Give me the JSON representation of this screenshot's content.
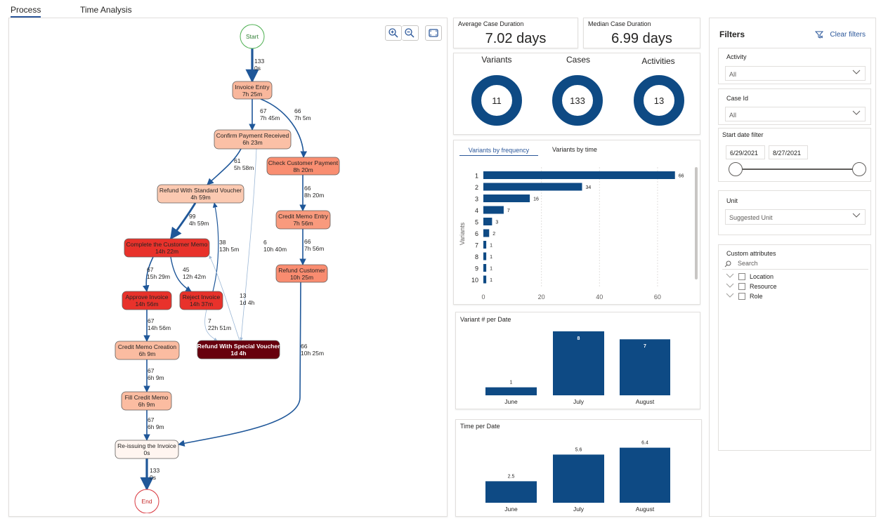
{
  "tabs": [
    "Process",
    "Time Analysis"
  ],
  "graph": {
    "nodes": [
      {
        "id": "start",
        "label": "Start",
        "kind": "start"
      },
      {
        "id": "ie",
        "label": "Invoice Entry",
        "dur": "7h 25m",
        "fill": "#f9b79c"
      },
      {
        "id": "cpr",
        "label": "Confirm Payment Received",
        "dur": "6h 23m",
        "fill": "#fbc0a6"
      },
      {
        "id": "ccp",
        "label": "Check Customer Payment",
        "dur": "8h 20m",
        "fill": "#f98e71"
      },
      {
        "id": "rsv",
        "label": "Refund With Standard Voucher",
        "dur": "4h 59m",
        "fill": "#fbc9b1"
      },
      {
        "id": "cme",
        "label": "Credit Memo Entry",
        "dur": "7h 56m",
        "fill": "#f99a7d"
      },
      {
        "id": "ccm",
        "label": "Complete the Customer Memo",
        "dur": "14h 22m",
        "fill": "#e8322b"
      },
      {
        "id": "rc",
        "label": "Refund Customer",
        "dur": "10h 25m",
        "fill": "#f98c70"
      },
      {
        "id": "ai",
        "label": "Approve Invoice",
        "dur": "14h 56m",
        "fill": "#e8322b"
      },
      {
        "id": "ri",
        "label": "Reject Invoice",
        "dur": "14h 37m",
        "fill": "#e8322b"
      },
      {
        "id": "rsp",
        "label": "Refund With Special Voucher",
        "dur": "1d 4h",
        "fill": "#67000d",
        "dark": true
      },
      {
        "id": "cmc",
        "label": "Credit Memo Creation",
        "dur": "6h 9m",
        "fill": "#fbbca1"
      },
      {
        "id": "fcm",
        "label": "Fill Credit Memo",
        "dur": "6h 9m",
        "fill": "#fbbca1"
      },
      {
        "id": "rei",
        "label": "Re-issuing the Invoice",
        "dur": "0s",
        "fill": "#fff5f0"
      },
      {
        "id": "end",
        "label": "End",
        "kind": "end"
      }
    ],
    "edges": [
      {
        "from": "start",
        "to": "ie",
        "count": "133",
        "dur": "0s"
      },
      {
        "from": "ie",
        "to": "cpr",
        "count": "67",
        "dur": "7h 45m"
      },
      {
        "from": "ie",
        "to": "ccp",
        "count": "66",
        "dur": "7h 5m"
      },
      {
        "from": "cpr",
        "to": "rsv",
        "count": "61",
        "dur": "5h 58m"
      },
      {
        "from": "cpr",
        "to": "rsp",
        "count": "6",
        "dur": "10h 40m"
      },
      {
        "from": "ccp",
        "to": "cme",
        "count": "66",
        "dur": "8h 20m"
      },
      {
        "from": "rsv",
        "to": "ccm",
        "count": "99",
        "dur": "4h 59m"
      },
      {
        "from": "ri",
        "to": "rsv",
        "count": "38",
        "dur": "13h 5m"
      },
      {
        "from": "cme",
        "to": "rc",
        "count": "66",
        "dur": "7h 56m"
      },
      {
        "from": "ccm",
        "to": "ai",
        "count": "67",
        "dur": "15h 29m"
      },
      {
        "from": "ccm",
        "to": "ri",
        "count": "45",
        "dur": "12h 42m"
      },
      {
        "from": "rsp",
        "to": "ccm",
        "count": "13",
        "dur": "1d 4h"
      },
      {
        "from": "ri",
        "to": "rsp",
        "count": "7",
        "dur": "22h 51m"
      },
      {
        "from": "ai",
        "to": "cmc",
        "count": "67",
        "dur": "14h 56m"
      },
      {
        "from": "cmc",
        "to": "fcm",
        "count": "67",
        "dur": "6h 9m"
      },
      {
        "from": "fcm",
        "to": "rei",
        "count": "67",
        "dur": "6h 9m"
      },
      {
        "from": "rc",
        "to": "rei",
        "count": "66",
        "dur": "10h 25m"
      },
      {
        "from": "rei",
        "to": "end",
        "count": "133",
        "dur": "0s"
      }
    ]
  },
  "kpi": {
    "avg_label": "Average Case Duration",
    "avg_value": "7.02 days",
    "median_label": "Median Case Duration",
    "median_value": "6.99 days"
  },
  "donuts": [
    {
      "label": "Variants",
      "value": "11"
    },
    {
      "label": "Cases",
      "value": "133"
    },
    {
      "label": "Activities",
      "value": "13"
    }
  ],
  "variants_chart": {
    "tabs": [
      "Variants by frequency",
      "Variants by time"
    ],
    "ylabel": "Variants"
  },
  "filters": {
    "title": "Filters",
    "clear_label": "Clear filters",
    "activity_label": "Activity",
    "activity_value": "All",
    "caseid_label": "Case Id",
    "caseid_value": "All",
    "date_label": "Start date filter",
    "date_from": "6/29/2021",
    "date_to": "8/27/2021",
    "date_range_position": [
      0,
      1
    ],
    "unit_label": "Unit",
    "unit_value": "Suggested Unit",
    "custom_label": "Custom attributes",
    "search_placeholder": "Search",
    "attributes": [
      "Location",
      "Resource",
      "Role"
    ]
  },
  "colors": {
    "accent": "#2b579a",
    "bar": "#0e4a84",
    "edge": "#1f5799",
    "edge_light": "#9db8d6"
  },
  "chart_data": [
    {
      "type": "bar",
      "orientation": "horizontal",
      "categories": [
        "1",
        "2",
        "3",
        "4",
        "5",
        "6",
        "7",
        "8",
        "9",
        "10"
      ],
      "values": [
        66,
        34,
        16,
        7,
        3,
        2,
        1,
        1,
        1,
        1
      ],
      "ylabel": "Variants",
      "xticks": [
        0,
        20,
        40,
        60
      ],
      "xlim": [
        0,
        68
      ]
    },
    {
      "type": "bar",
      "title": "Variant # per Date",
      "categories": [
        "June",
        "July",
        "August"
      ],
      "values": [
        1,
        8,
        7
      ],
      "ylim": [
        0,
        8.6
      ]
    },
    {
      "type": "bar",
      "title": "Time per Date",
      "categories": [
        "June",
        "July",
        "August"
      ],
      "values": [
        2.5,
        5.6,
        6.4
      ],
      "ylim": [
        0,
        8.0
      ]
    }
  ]
}
